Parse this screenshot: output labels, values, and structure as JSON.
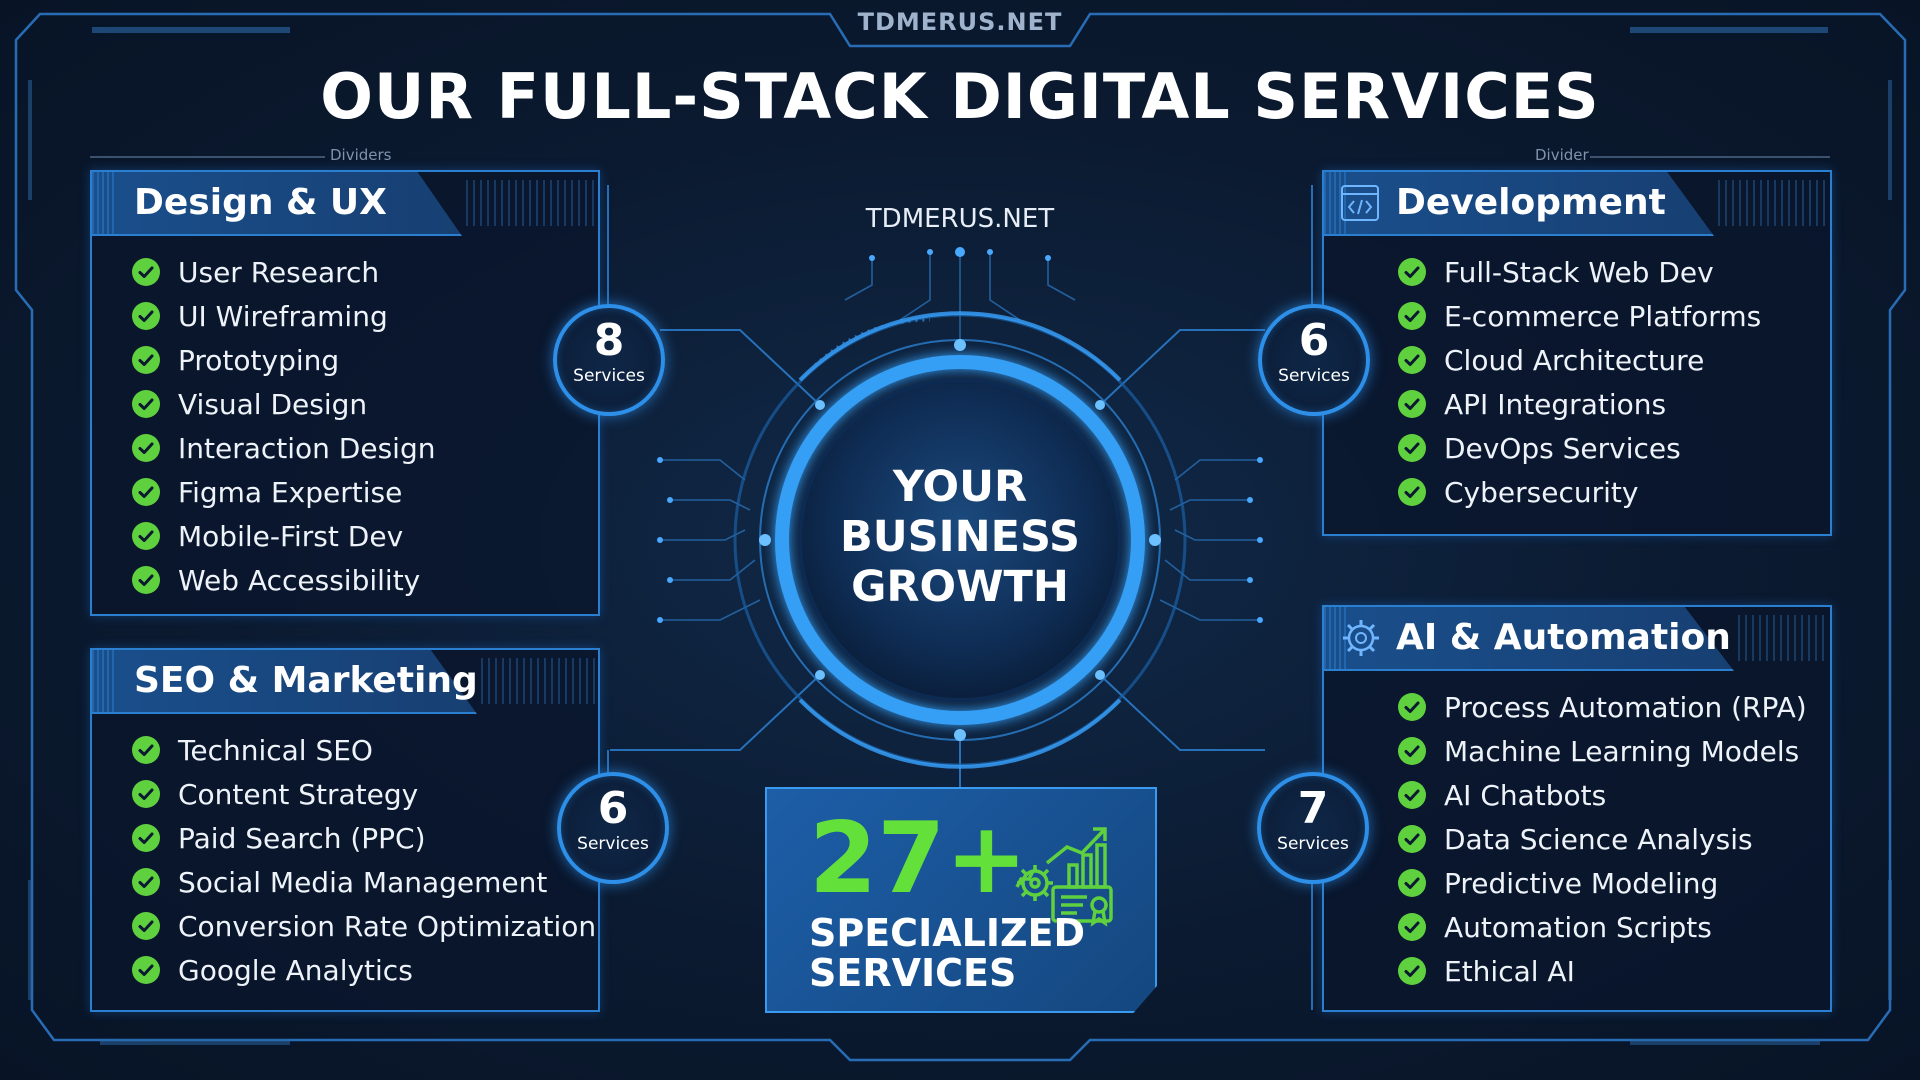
{
  "header": {
    "brand": "TDMERUS.NET",
    "title": "OUR FULL-STACK DIGITAL SERVICES",
    "divider_left": "Dividers",
    "divider_right": "Divider"
  },
  "center": {
    "brand": "TDMERUS.NET",
    "core_text": "YOUR BUSINESS GROWTH",
    "stat_value": "27+",
    "stat_label_line1": "SPECIALIZED",
    "stat_label_line2": "SERVICES"
  },
  "panels": {
    "design": {
      "title": "Design & UX",
      "count": "8",
      "count_label": "Services",
      "items": [
        "User Research",
        "UI Wireframing",
        "Prototyping",
        "Visual Design",
        "Interaction Design",
        "Figma Expertise",
        "Mobile-First Dev",
        "Web Accessibility"
      ]
    },
    "seo": {
      "title": "SEO & Marketing",
      "count": "6",
      "count_label": "Services",
      "items": [
        "Technical SEO",
        "Content Strategy",
        "Paid Search (PPC)",
        "Social Media Management",
        "Conversion Rate Optimization",
        "Google Analytics"
      ]
    },
    "development": {
      "title": "Development",
      "count": "6",
      "count_label": "Services",
      "items": [
        "Full-Stack Web Dev",
        "E-commerce Platforms",
        "Cloud Architecture",
        "API Integrations",
        "DevOps Services",
        "Cybersecurity"
      ]
    },
    "ai": {
      "title": "AI & Automation",
      "count": "7",
      "count_label": "Services",
      "items": [
        "Process Automation (RPA)",
        "Machine Learning Models",
        "AI Chatbots",
        "Data Science Analysis",
        "Predictive Modeling",
        "Automation Scripts",
        "Ethical AI"
      ]
    }
  },
  "colors": {
    "accent": "#2d8fe8",
    "check": "#5fd13e",
    "stat": "#63e03a",
    "background": "#0b1a30"
  }
}
